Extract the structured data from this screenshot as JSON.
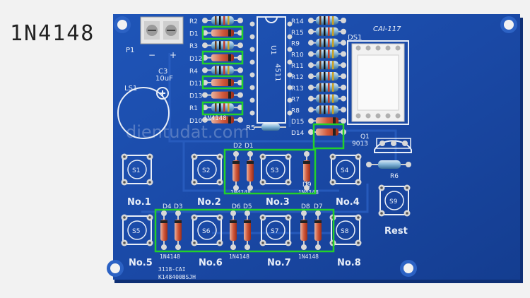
{
  "caption": "1N4148",
  "board": {
    "model": "CAI-117",
    "code_line1": "3118-CAI",
    "code_line2": "K148400BSJH",
    "watermark": "dientudat.com",
    "ic_label": "U1",
    "ic_part": "4511",
    "display_label": "DS1",
    "transistor_label": "Q1",
    "transistor_part": "9013",
    "resistor_r6": "R6",
    "resistor_r5": "R5",
    "power_label": "P1",
    "power_minus": "−",
    "power_plus": "+",
    "cap_label": "C3",
    "cap_value": "10uF",
    "buzzer_label": "LS1"
  },
  "left_rows": [
    "R2",
    "D1",
    "R3",
    "D12",
    "R4",
    "D11",
    "D13",
    "R1",
    "D10"
  ],
  "left_part": "1N4148",
  "right_rows": [
    "R14",
    "R15",
    "R9",
    "R10",
    "R11",
    "R12",
    "R13",
    "R7",
    "R8",
    "D15",
    "D14"
  ],
  "switches": {
    "top": [
      {
        "sw": "S1",
        "label": "No.1"
      },
      {
        "sw": "S2",
        "label": "No.2"
      },
      {
        "sw": "S3",
        "label": "No.3"
      },
      {
        "sw": "S4",
        "label": "No.4"
      }
    ],
    "bottom": [
      {
        "sw": "S5",
        "label": "No.5"
      },
      {
        "sw": "S6",
        "label": "No.6"
      },
      {
        "sw": "S7",
        "label": "No.7"
      },
      {
        "sw": "S8",
        "label": "No.8"
      }
    ],
    "reset": {
      "sw": "S9",
      "label": "Rest"
    }
  },
  "diode_groups": {
    "top_pair": {
      "a": "D2",
      "b": "D1",
      "part": "1N4148",
      "extra": "D9",
      "extra_part": "1N4148"
    },
    "bottom": [
      {
        "a": "D4",
        "b": "D3",
        "part": "1N4148"
      },
      {
        "a": "D6",
        "b": "D5",
        "part": "1N4148"
      },
      {
        "a": "D8",
        "b": "D7",
        "part": "1N4148"
      }
    ]
  },
  "colors": {
    "pcb": "#1a49a6",
    "highlight": "#22d12a",
    "silk": "#e8eef8",
    "pad": "#d8d8d8"
  }
}
